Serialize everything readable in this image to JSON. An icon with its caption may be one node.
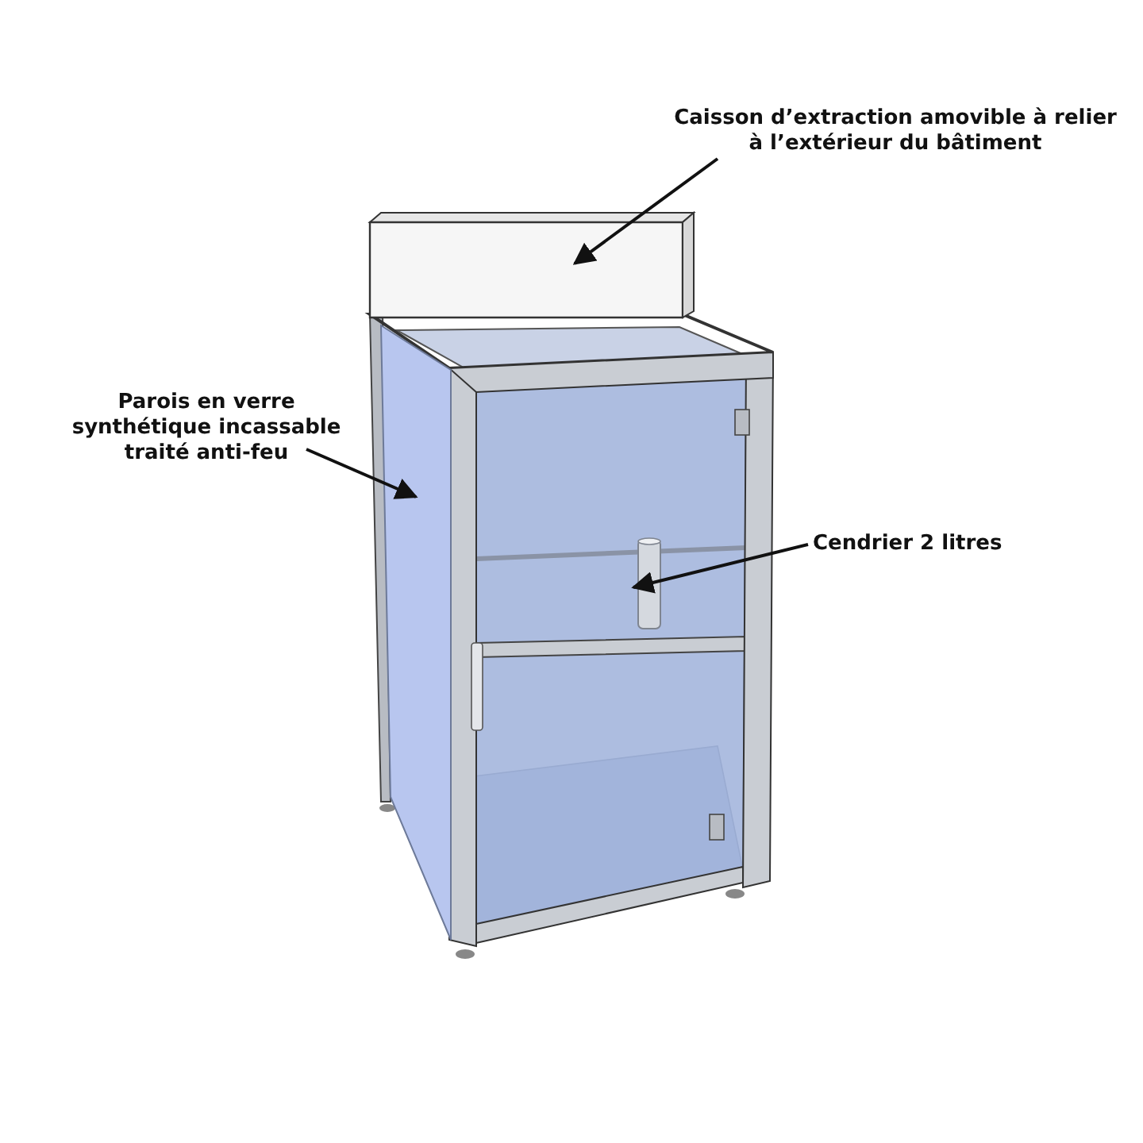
{
  "diagram": {
    "nodes": [
      {
        "text": [
          "Caisson d’extraction amovible à relier à l’extérieur du bâtiment"
        ]
      },
      {
        "text": [
          "Parois en verre synthétique incassable traité anti-feu"
        ]
      },
      {
        "text": [
          "Cendrier 2 litres"
        ]
      },
      {
        "text": [],
        "shape": "box"
      },
      {
        "text": [],
        "shape": "box"
      },
      {
        "text": [],
        "shape": "cylinder"
      }
    ],
    "edges": [
      {
        "from": 0,
        "to": 3,
        "arrow": "to"
      },
      {
        "from": 1,
        "to": 4,
        "arrow": "to"
      },
      {
        "from": 2,
        "to": 5,
        "arrow": "to"
      }
    ]
  }
}
